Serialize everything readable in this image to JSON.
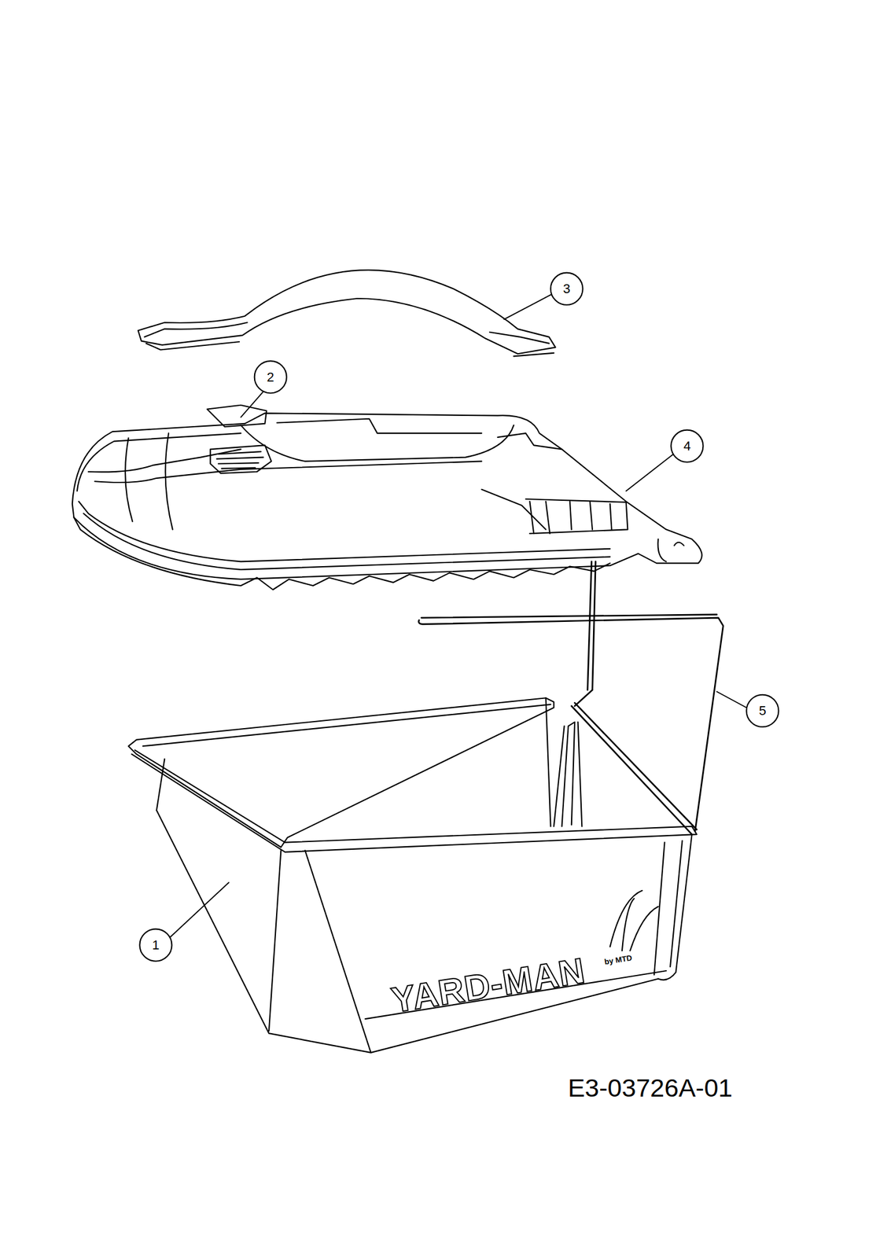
{
  "diagram": {
    "caption": "E3-03726A-01",
    "labels": [
      "3",
      "2",
      "4",
      "5",
      "1",
      "YARD-MAN",
      "by MTD"
    ]
  }
}
